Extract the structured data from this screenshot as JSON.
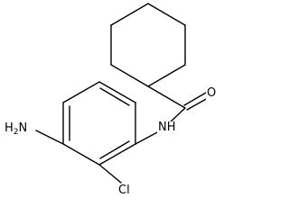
{
  "molecule": {
    "atoms": {
      "oxygen": "O",
      "amide_nh": "NH",
      "amine_h": "H",
      "amine_sub": "2",
      "amine_n": "N",
      "chlorine": "Cl"
    },
    "colors": {
      "bond": "#000000",
      "label": "#000000",
      "background": "#ffffff"
    }
  }
}
